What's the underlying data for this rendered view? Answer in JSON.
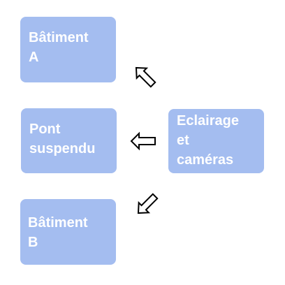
{
  "diagram": {
    "nodes": {
      "batiment_a": "Bâtiment\nA",
      "pont_suspendu": "Pont\nsuspendu",
      "batiment_b": "Bâtiment\nB",
      "eclairage": "Eclairage\net\ncaméras"
    },
    "edges": [
      {
        "from": "eclairage",
        "to": "batiment_a"
      },
      {
        "from": "eclairage",
        "to": "pont_suspendu"
      },
      {
        "from": "eclairage",
        "to": "batiment_b"
      }
    ],
    "colors": {
      "box_fill": "#a4bdf0",
      "box_text": "#ffffff",
      "arrow_stroke": "#000000",
      "arrow_fill": "#ffffff"
    }
  }
}
